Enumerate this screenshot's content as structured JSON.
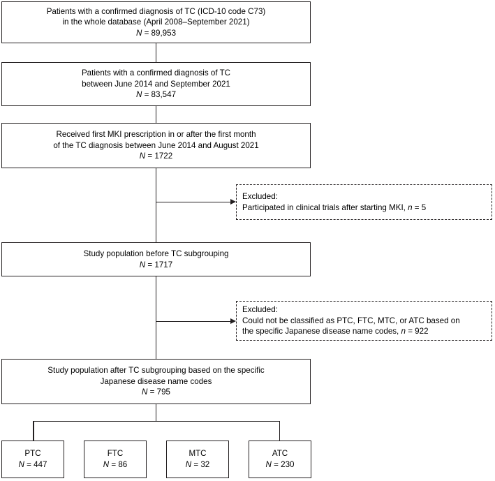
{
  "figure": {
    "type": "flowchart",
    "title": "Patient selection flow diagram",
    "colors": {
      "stroke": "#231f20",
      "background": "#ffffff",
      "text": "#000000"
    }
  },
  "nodes": {
    "box1": {
      "line1": "Patients with a confirmed diagnosis of TC (ICD-10 code C73)",
      "line2": "in the whole database (April 2008–September 2021)",
      "n_label": "N",
      "n_value": " = 89,953"
    },
    "box2": {
      "line1": "Patients with a confirmed diagnosis of TC",
      "line2": "between June 2014 and September 2021",
      "n_label": "N",
      "n_value": " = 83,547"
    },
    "box3": {
      "line1": "Received first MKI prescription in or after the first month",
      "line2": "of the TC diagnosis between June 2014 and August 2021",
      "n_label": "N",
      "n_value": " = 1722"
    },
    "excluded1": {
      "line1": "Excluded:",
      "line2a": "Participated in clinical trials after starting MKI, ",
      "n_label": "n",
      "n_value": " = 5"
    },
    "box4": {
      "line1": "Study population before TC subgrouping",
      "n_label": "N",
      "n_value": " = 1717"
    },
    "excluded2": {
      "line1": "Excluded:",
      "line2": "Could not be classified as PTC, FTC, MTC, or ATC based on",
      "line3a": "the specific Japanese disease name codes, ",
      "n_label": "n",
      "n_value": " = 922"
    },
    "box5": {
      "line1": "Study population after TC subgrouping based on the specific",
      "line2": "Japanese disease name codes",
      "n_label": "N",
      "n_value": " = 795"
    }
  },
  "subgroups": [
    {
      "name": "PTC",
      "n_label": "N",
      "n_value": " = 447"
    },
    {
      "name": "FTC",
      "n_label": "N",
      "n_value": " = 86"
    },
    {
      "name": "MTC",
      "n_label": "N",
      "n_value": " = 32"
    },
    {
      "name": "ATC",
      "n_label": "N",
      "n_value": " = 230"
    }
  ]
}
